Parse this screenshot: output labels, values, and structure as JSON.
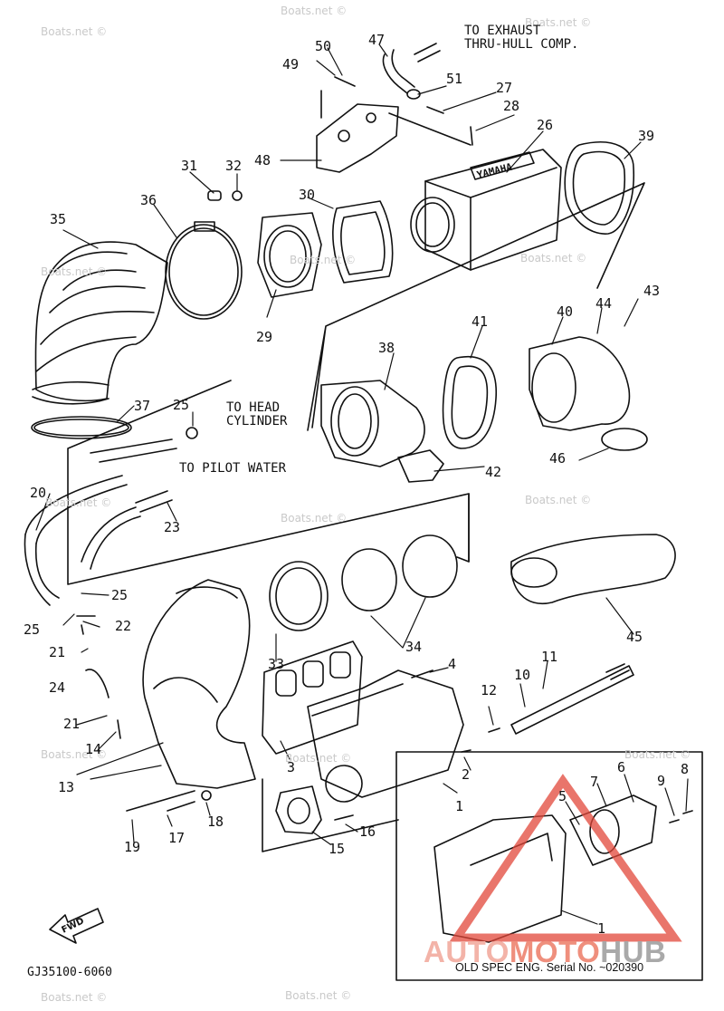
{
  "diagram": {
    "watermark": "Boats.net ©",
    "part_numbers": [
      "1",
      "2",
      "3",
      "4",
      "5",
      "6",
      "7",
      "8",
      "9",
      "10",
      "11",
      "12",
      "13",
      "14",
      "15",
      "16",
      "17",
      "18",
      "19",
      "20",
      "21",
      "22",
      "23",
      "24",
      "25",
      "26",
      "27",
      "28",
      "29",
      "30",
      "31",
      "32",
      "33",
      "34",
      "35",
      "36",
      "37",
      "38",
      "39",
      "40",
      "41",
      "42",
      "43",
      "44",
      "45",
      "46",
      "47",
      "48",
      "49",
      "50",
      "51"
    ],
    "annotations": {
      "exhaust": "TO EXHAUST\nTHRU-HULL COMP.",
      "head": "TO HEAD\nCYLINDER",
      "pilot": "TO PILOT WATER"
    },
    "inset_caption": "OLD SPEC ENG. Serial No. ~020390",
    "fwd_label": "FWD",
    "brand_on_part": "YAMAHA",
    "drawing_code": "GJ35100-6060"
  },
  "logo": {
    "part1": "AUTO",
    "part2": "MOTO",
    "part3": "HUB"
  }
}
